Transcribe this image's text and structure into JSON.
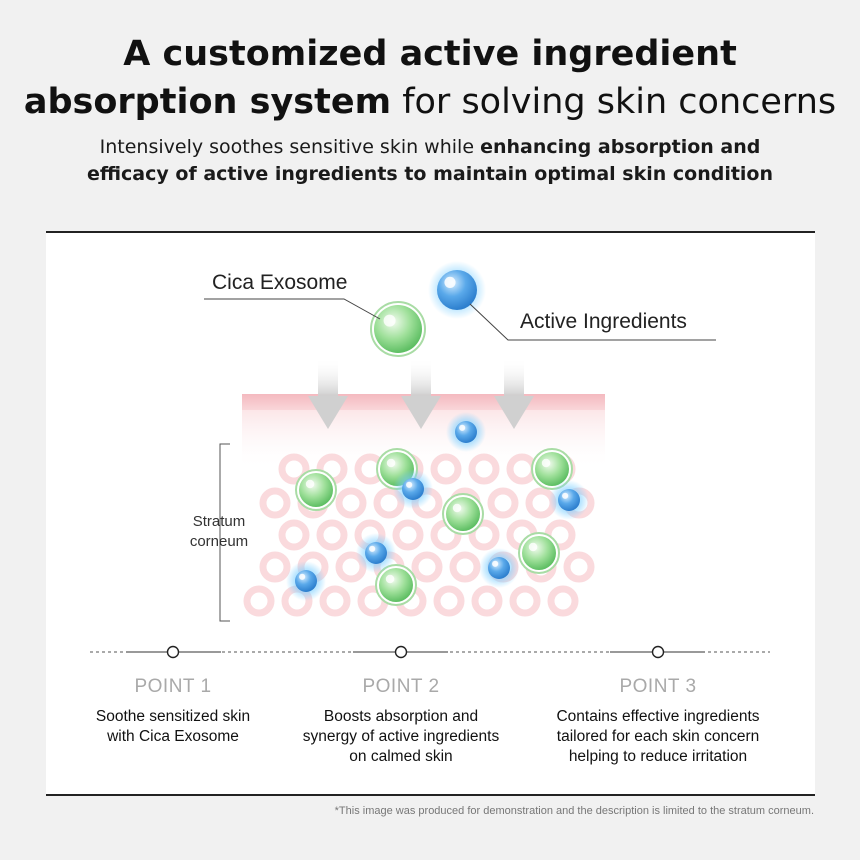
{
  "header": {
    "title_line1": "A customized active ingredient",
    "title_line2_bold": "absorption system",
    "title_line2_light": "for solving skin concerns",
    "subtitle_line1_light": "Intensively soothes sensitive skin while",
    "subtitle_line1_bold": "enhancing absorption and",
    "subtitle_line2_bold": "efficacy of active ingredients to maintain optimal skin condition"
  },
  "diagram": {
    "cica_label": "Cica Exosome",
    "active_label": "Active Ingredients",
    "stratum_line1": "Stratum",
    "stratum_line2": "corneum",
    "colors": {
      "green_particle": "#7ed37e",
      "blue_particle": "#4a9de0",
      "skin_band": "#f6c9cc",
      "cell_ring": "#fadadd"
    }
  },
  "points": [
    {
      "title": "POINT 1",
      "lines": [
        "Soothe sensitized skin",
        "with Cica Exosome"
      ]
    },
    {
      "title": "POINT 2",
      "lines": [
        "Boosts absorption and",
        "synergy of active ingredients",
        "on calmed skin"
      ]
    },
    {
      "title": "POINT 3",
      "lines": [
        "Contains effective ingredients",
        "tailored for each skin concern",
        "helping to reduce irritation"
      ]
    }
  ],
  "footnote": "*This image was produced for demonstration and the description is limited to the stratum corneum."
}
